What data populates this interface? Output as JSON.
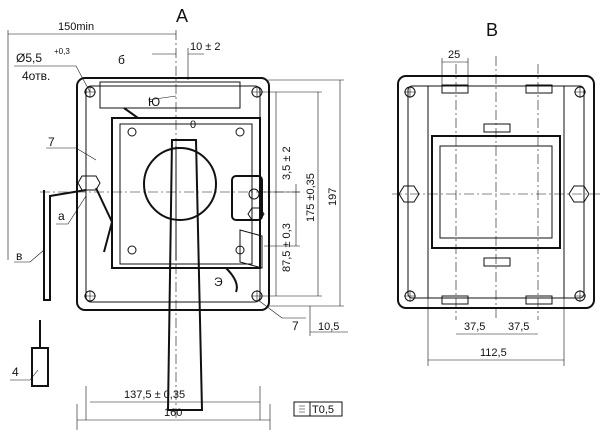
{
  "views": {
    "a": {
      "title": "А"
    },
    "b": {
      "title": "В"
    }
  },
  "labels": {
    "dim_150min": "150min",
    "hole_dia": "Ø5,5",
    "hole_tol": "+0,3",
    "hole_count": "4отв.",
    "letter_b_small": "б",
    "dim_10": "10 ± 2",
    "letter_yu": "Ю",
    "zero": "0",
    "num_7_left": "7",
    "letter_a": "а",
    "letter_v": "в",
    "num_4": "4",
    "dim_3_5": "3,5 ± 2",
    "dim_175": "175 ±0,35",
    "dim_197": "197",
    "dim_87_5": "87,5 ± 0,3",
    "letter_e": "Э",
    "num_7_right": "7",
    "dim_10_5": "10,5",
    "dim_137_5": "137,5 ± 0,35",
    "dim_160": "160",
    "flatness": "T0,5",
    "dim_25": "25",
    "dim_37_5_left": "37,5",
    "dim_37_5_right": "37,5",
    "dim_112_5": "112,5"
  }
}
